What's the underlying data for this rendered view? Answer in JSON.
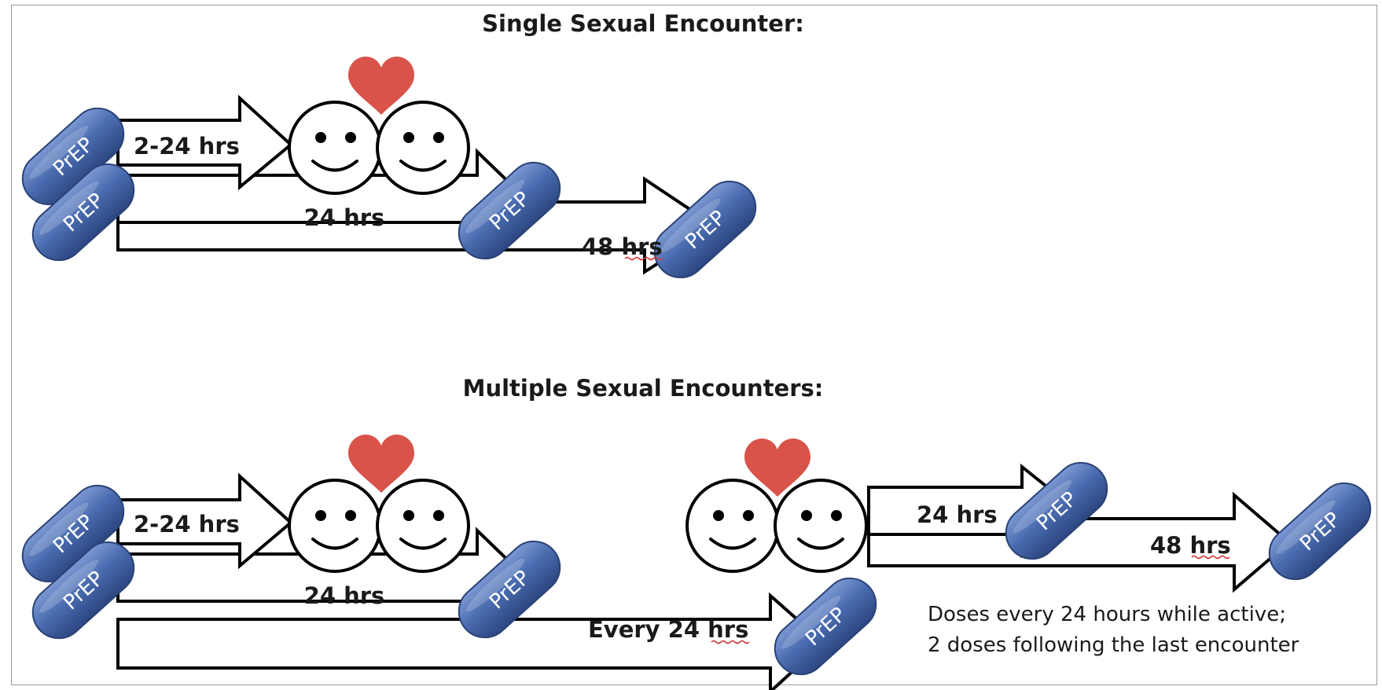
{
  "single": {
    "title": "Single Sexual Encounter:",
    "arrow_2_24": "2-24 hrs",
    "arrow_24": "24 hrs",
    "arrow_48_num": "48",
    "arrow_48_unit": "hrs"
  },
  "multiple": {
    "title": "Multiple Sexual Encounters:",
    "arrow_2_24": "2-24 hrs",
    "arrow_24": "24 hrs",
    "arrow_every_prefix": "Every 24",
    "arrow_every_unit": "hrs",
    "arrow_24_second": "24 hrs",
    "arrow_48_num": "48",
    "arrow_48_unit": "hrs",
    "note_line1": "Doses every 24 hours while active;",
    "note_line2": "2 doses following the last encounter"
  },
  "pill_label": "PrEP",
  "colors": {
    "pill": "#4a6cb0",
    "pill_dark": "#2e4a86",
    "heart": "#d9534a"
  }
}
